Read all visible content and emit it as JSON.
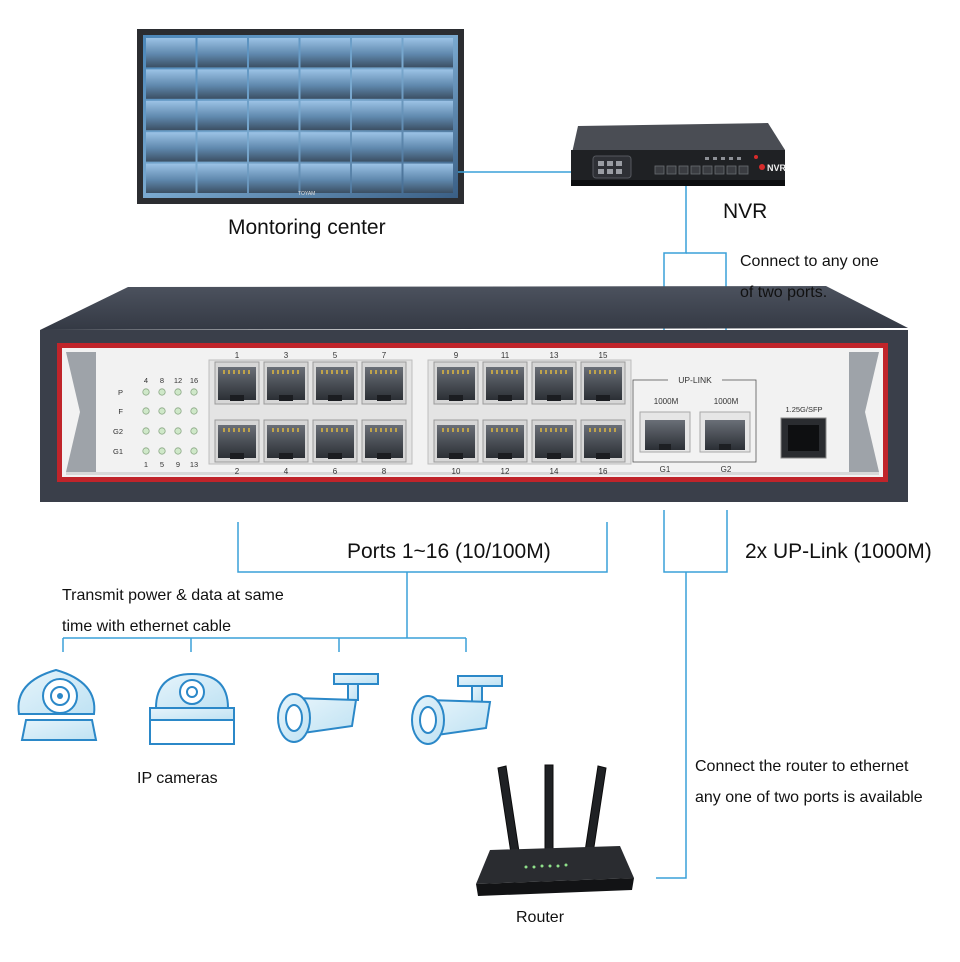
{
  "labels": {
    "monitoring_center": "Montoring center",
    "nvr": "NVR",
    "connect_any_line1": "Connect to any one",
    "connect_any_line2": "of two ports.",
    "ports_range": "Ports 1~16 (10/100M)",
    "uplink_summary": "2x UP-Link (1000M)",
    "transmit_line1": "Transmit power & data at same",
    "transmit_line2": "time with ethernet cable",
    "ip_cameras": "IP cameras",
    "router_line1": "Connect the router to ethernet",
    "router_line2": "any one of two ports is available",
    "router": "Router"
  },
  "monitor": {
    "brand": "TOYAM"
  },
  "nvr_device": {
    "badge": "NVR"
  },
  "switch": {
    "top_port_numbers": [
      "1",
      "3",
      "5",
      "7",
      "9",
      "11",
      "13",
      "15"
    ],
    "bottom_port_numbers": [
      "2",
      "4",
      "6",
      "8",
      "10",
      "12",
      "14",
      "16"
    ],
    "uplink_title": "UP-LINK",
    "uplink_speed_1": "1000M",
    "uplink_speed_2": "1000M",
    "uplink_port_1": "G1",
    "uplink_port_2": "G2",
    "sfp_label": "1.25G/SFP",
    "led_row_labels": [
      "P",
      "F",
      "G2",
      "G1"
    ],
    "led_top_numbers": [
      "4",
      "8",
      "12",
      "16"
    ],
    "led_bottom_numbers": [
      "1",
      "5",
      "9",
      "13"
    ]
  },
  "colors": {
    "connector_line": "#3aa0d8",
    "switch_body": "#3a3f4a",
    "switch_trim": "#c0242a",
    "switch_face": "#f2f2f2"
  },
  "icons": {
    "cameras": [
      "dome-camera-icon",
      "dome-camera-icon",
      "bullet-camera-icon",
      "bullet-camera-icon"
    ],
    "router": "router-icon",
    "nvr": "nvr-device-icon",
    "monitor": "monitor-wall-icon"
  }
}
